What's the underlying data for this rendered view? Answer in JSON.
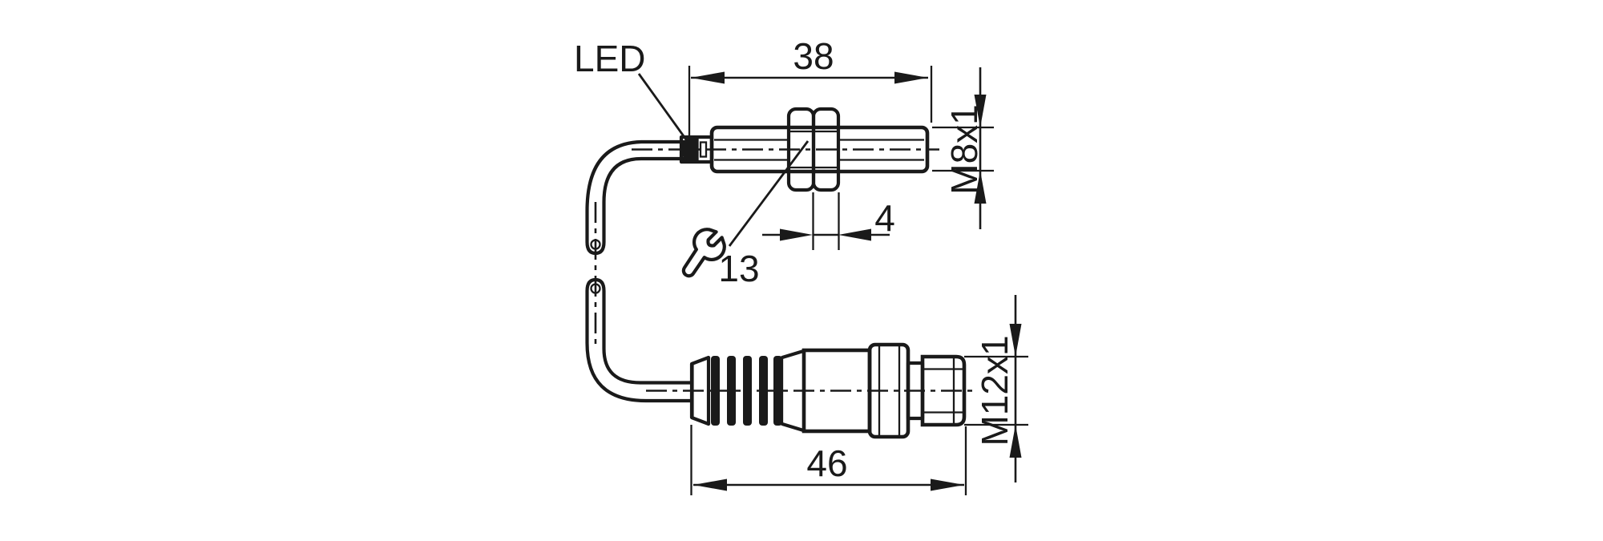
{
  "drawing": {
    "background_color": "#ffffff",
    "line_color": "#1a1a1a",
    "top_view": {
      "led_label": "LED",
      "body_length": "38",
      "thread_spec": "M8x1",
      "nut_thickness": "4",
      "wrench_size": "13",
      "wrench_icon": "open-end-wrench"
    },
    "bottom_view": {
      "connector_length": "46",
      "thread_spec": "M12x1"
    }
  }
}
